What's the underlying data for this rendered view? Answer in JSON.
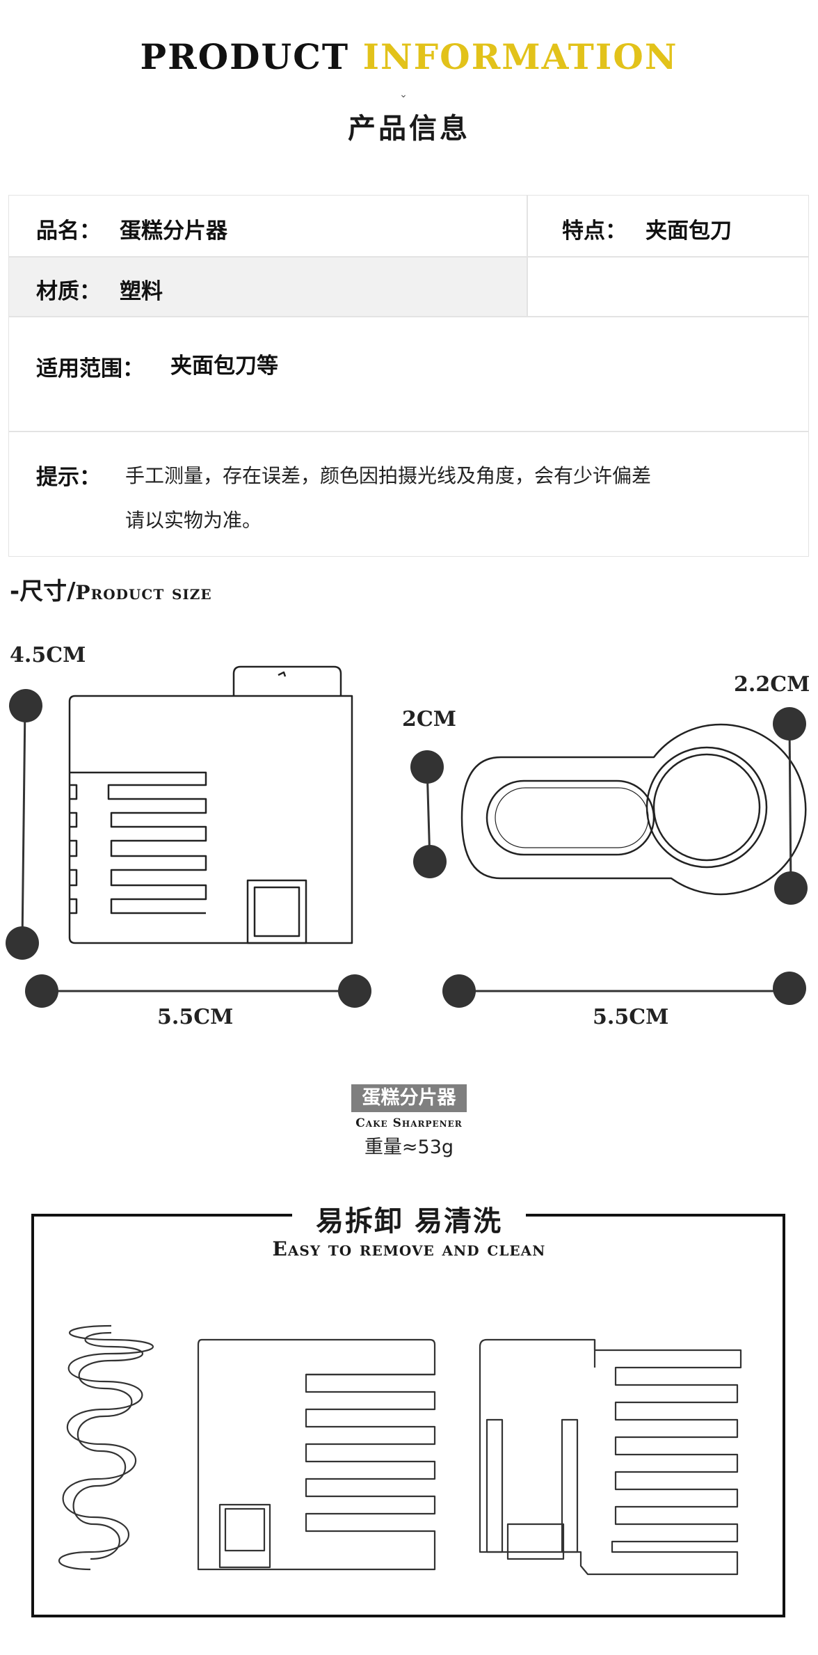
{
  "header": {
    "title_part1": "PRODUCT",
    "title_part2": "INFORMATION",
    "chevron": "⌄",
    "subtitle": "产品信息",
    "title_accent_color": "#e2c21a"
  },
  "info": {
    "name_label": "品名：",
    "name_value": "蛋糕分片器",
    "feature_label": "特点：",
    "feature_value": "夹面包刀",
    "material_label": "材质：",
    "material_value": "塑料",
    "scope_label": "适用范围：",
    "scope_value": "夹面包刀等",
    "tip_label": "提示：",
    "tip_line1": "手工测量，存在误差，颜色因拍摄光线及角度，会有少许偏差",
    "tip_line2": "请以实物为准。"
  },
  "size": {
    "title_cn": "-尺寸/",
    "title_en": "Product size",
    "left_height": "4.5CM",
    "left_width": "5.5CM",
    "right_height_small": "2CM",
    "right_height_large": "2.2CM",
    "right_width": "5.5CM"
  },
  "product": {
    "badge": "蛋糕分片器",
    "badge_en": "Cake Sharpener",
    "weight": "重量≈53g"
  },
  "feature_box": {
    "title": "易拆卸 易清洗",
    "subtitle": "Easy to remove and clean"
  }
}
